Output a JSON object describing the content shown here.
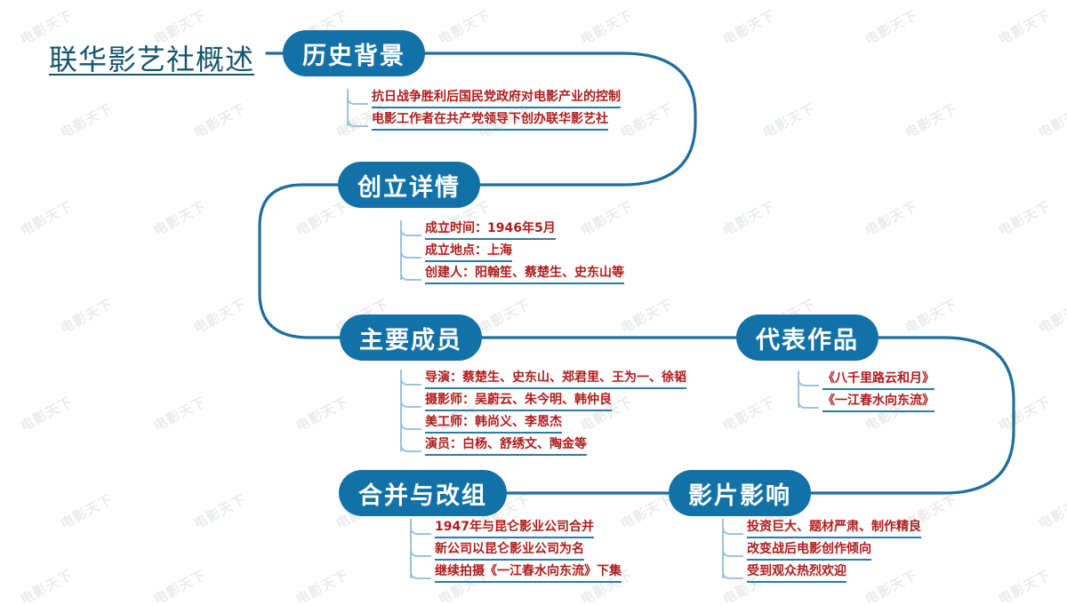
{
  "diagram": {
    "type": "mind-map",
    "title": "联华影艺社概述",
    "colors": {
      "node_fill": "#1272a8",
      "node_text": "#ffffff",
      "leaf_text": "#b01c1c",
      "leaf_underline": "#2f79a8",
      "connector": "#1f6e9c",
      "bracket": "#9dc3dd",
      "title_text": "#16556e",
      "background": "#ffffff",
      "watermark": "#e9ebec"
    },
    "watermark_text": "电影天下",
    "branches": [
      {
        "id": "history",
        "label": "历史背景",
        "items": [
          "抗日战争胜利后国民党政府对电影产业的控制",
          "电影工作者在共产党领导下创办联华影艺社"
        ]
      },
      {
        "id": "founding",
        "label": "创立详情",
        "items": [
          "成立时间：1946年5月",
          "成立地点：上海",
          "创建人：阳翰笙、蔡楚生、史东山等"
        ]
      },
      {
        "id": "members",
        "label": "主要成员",
        "items": [
          "导演：蔡楚生、史东山、郑君里、王为一、徐韬",
          "摄影师：吴蔚云、朱今明、韩仲良",
          "美工师：韩尚义、李恩杰",
          "演员：白杨、舒绣文、陶金等"
        ]
      },
      {
        "id": "works",
        "label": "代表作品",
        "items": [
          "《八千里路云和月》",
          "《一江春水向东流》"
        ]
      },
      {
        "id": "merger",
        "label": "合并与改组",
        "items": [
          "1947年与昆仑影业公司合并",
          "新公司以昆仑影业公司为名",
          "继续拍摄《一江春水向东流》下集"
        ]
      },
      {
        "id": "impact",
        "label": "影片影响",
        "items": [
          "投资巨大、题材严肃、制作精良",
          "改变战后电影创作倾向",
          "受到观众热烈欢迎"
        ]
      }
    ]
  }
}
